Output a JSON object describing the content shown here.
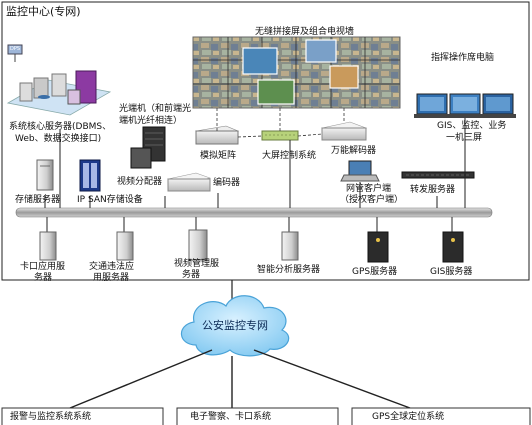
{
  "page_title": "监控中心(专网)",
  "video_wall": {
    "label": "无缝拼接屏及组合电视墙"
  },
  "core_server": {
    "badge": "DPS",
    "label_lines": [
      "系统核心服务器(DBMS、",
      "Web、数据交换接口)"
    ]
  },
  "optical_transceiver": {
    "label_lines": [
      "光端机（和前端光",
      "端机光纤相连）"
    ]
  },
  "analog_matrix": {
    "label": "模拟矩阵"
  },
  "video_distributor": {
    "label": "视频分配器"
  },
  "encoder": {
    "label": "编码器"
  },
  "screen_control": {
    "label": "大屏控制系统"
  },
  "universal_decoder": {
    "label": "万能解码器"
  },
  "command_pc": {
    "label": "指挥操作席电脑",
    "desc_lines": [
      "GIS、监控、业务",
      "一机三屏"
    ]
  },
  "net_client": {
    "label_lines": [
      "网管客户端",
      "（授权客户端）"
    ]
  },
  "forward_server": {
    "label": "转发服务器"
  },
  "storage_server": {
    "label": "存储服务器"
  },
  "ip_san": {
    "label": "IP SAN存储设备"
  },
  "bottom_servers": [
    {
      "label_lines": [
        "卡口应用服",
        "务器"
      ]
    },
    {
      "label_lines": [
        "交通违法应",
        "用服务器"
      ]
    },
    {
      "label_lines": [
        "视频管理服",
        "务器"
      ]
    },
    {
      "label_lines": [
        "智能分析服务器"
      ]
    },
    {
      "label_lines": [
        "GPS服务器"
      ]
    },
    {
      "label_lines": [
        "GIS服务器"
      ]
    }
  ],
  "cloud": {
    "label": "公安监控专网"
  },
  "subsystems": [
    {
      "label": "报警与监控系统系统"
    },
    {
      "label": "电子警察、卡口系统"
    },
    {
      "label": "GPS全球定位系统"
    }
  ]
}
